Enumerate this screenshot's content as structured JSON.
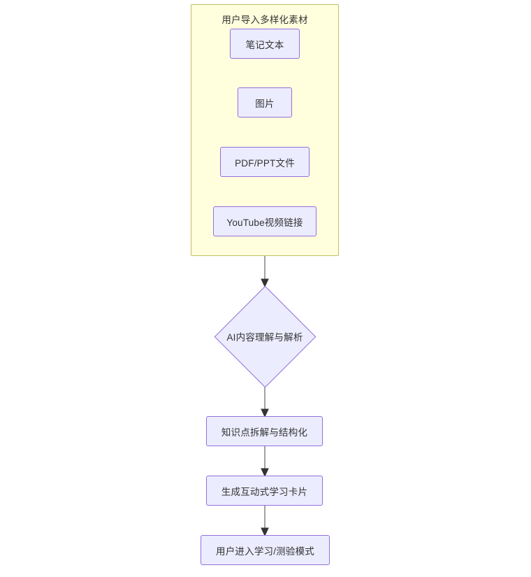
{
  "diagram": {
    "type": "flowchart",
    "direction": "top-to-bottom",
    "title": "",
    "subgraph": {
      "label": "用户导入多样化素材",
      "fill_color": "#ffffde",
      "border_color": "#bfbf60"
    },
    "node_style": {
      "fill_color": "#ececff",
      "border_color": "#9370db",
      "text_color": "#333333"
    },
    "edge_style": {
      "line_color": "#999999",
      "arrow_color": "#333333"
    },
    "nodes": [
      {
        "id": "notes",
        "label": "笔记文本",
        "shape": "rect",
        "group": "subgraph"
      },
      {
        "id": "image",
        "label": "图片",
        "shape": "rect",
        "group": "subgraph"
      },
      {
        "id": "pdf",
        "label": "PDF/PPT文件",
        "shape": "rect",
        "group": "subgraph"
      },
      {
        "id": "youtube",
        "label": "YouTube视频链接",
        "shape": "rect",
        "group": "subgraph"
      },
      {
        "id": "ai",
        "label": "AI内容理解与解析",
        "shape": "diamond",
        "group": "main"
      },
      {
        "id": "kp",
        "label": "知识点拆解与结构化",
        "shape": "rect",
        "group": "main"
      },
      {
        "id": "cards",
        "label": "生成互动式学习卡片",
        "shape": "rect",
        "group": "main"
      },
      {
        "id": "mode",
        "label": "用户进入学习/测验模式",
        "shape": "rect",
        "group": "main"
      }
    ],
    "edges": [
      {
        "from": "subgraph",
        "to": "ai",
        "label": "",
        "arrow": "solid"
      },
      {
        "from": "ai",
        "to": "kp",
        "label": "",
        "arrow": "solid"
      },
      {
        "from": "kp",
        "to": "cards",
        "label": "",
        "arrow": "solid"
      },
      {
        "from": "cards",
        "to": "mode",
        "label": "",
        "arrow": "solid"
      }
    ]
  }
}
